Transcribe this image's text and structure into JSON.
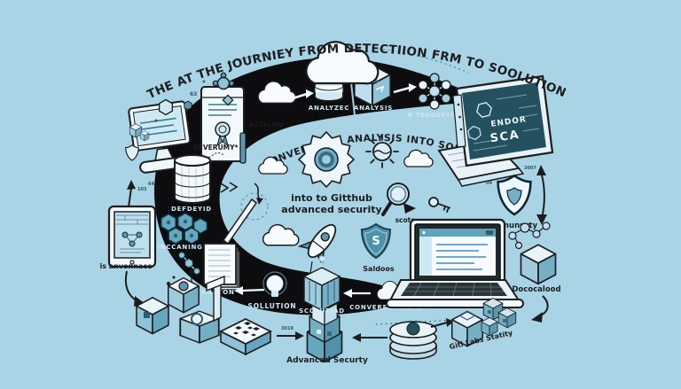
{
  "colors": {
    "background": "#a9d4e6",
    "band": "#0d0d10",
    "outline": "#1d1d1f",
    "white": "#f7fbfd",
    "teal_light": "#cdeaf5",
    "teal": "#6aa9c0",
    "teal_deep": "#3f7f99",
    "screen_dark": "#24515f",
    "text_dark": "#1d1d1f",
    "text_light": "#cdeaf5"
  },
  "title": "THE AT THE JOURNIEY FROM DETECTIION FRM TO SOOLUTION",
  "inner_arc_text": "CONVERRTING ANALYSIS INTO SOLUTION:",
  "center": {
    "caption_line1": "into to Gitthub",
    "caption_line2": "advanced security",
    "shield_letter": "S",
    "shield_label": "Saldoos",
    "magnifier_label": "scoto"
  },
  "top_band": {
    "cloud_label": "ASTALON",
    "database_label": "ANALYZEC",
    "package_label": "ANALYSIS",
    "molecule_label": "B TEGGUETIO",
    "corner_note": "6S"
  },
  "left": {
    "window_label": "DEVERUMY*",
    "database_label": "DEFDEYID",
    "hexagons_label": "INCCANING",
    "tablet_label": "is anvonnace",
    "papers_label": "FROCTON",
    "note_a": "103",
    "note_b": "64",
    "note_c": "63"
  },
  "right": {
    "laptop_text_1": "ENDOR",
    "laptop_text_2": "SCA",
    "laptop_note": "3007",
    "shield_label": "Scmunnrty",
    "package_label": "Dococalood",
    "note": "04"
  },
  "bottom_band": {
    "bulb_label": "SOLLUTION",
    "server_label": "SCOLUTIAD",
    "cloud_label": "CONVERED ANLYS"
  },
  "bottom": {
    "tower_label": "Advanced Securty",
    "cubes_label": "Gitl Labs Statity",
    "arrow_note": "3010"
  }
}
